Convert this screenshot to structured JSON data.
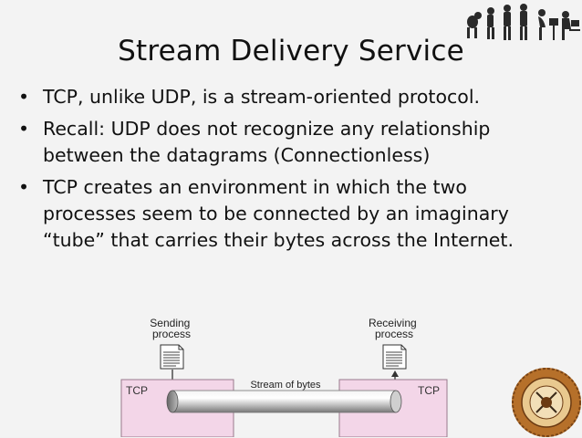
{
  "slide": {
    "title": "Stream Delivery Service",
    "bullets": [
      "TCP, unlike UDP, is a stream-oriented protocol.",
      "Recall:  UDP does not recognize any relationship between the datagrams (Connectionless)",
      "TCP creates an environment in which the two processes seem to be connected by an imaginary “tube” that carries their bytes across the Internet."
    ],
    "bullet_char": "•"
  },
  "diagram": {
    "sending_process": "Sending process",
    "receiving_process": "Receiving process",
    "stream_label": "Stream of bytes",
    "tcp_left": "TCP",
    "tcp_right": "TCP"
  },
  "colors": {
    "tcp_box_fill": "#f3d6e8",
    "tcp_box_stroke": "#9a7a8c",
    "background": "#f3f3f3"
  }
}
